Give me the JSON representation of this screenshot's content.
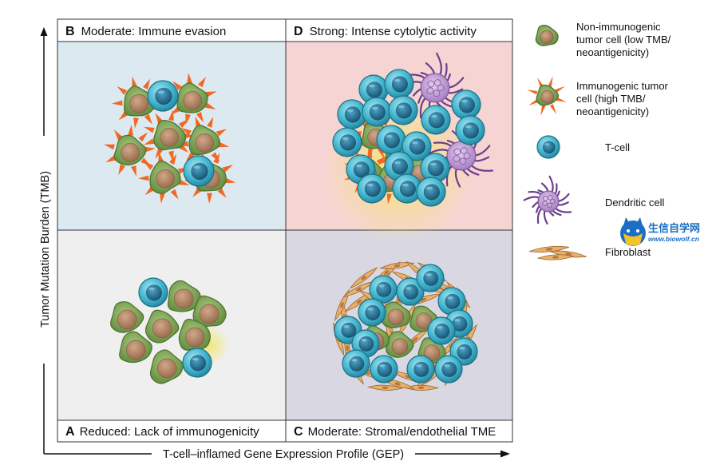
{
  "quadrants": {
    "b": {
      "letter": "B",
      "text": "Moderate: Immune evasion"
    },
    "d": {
      "letter": "D",
      "text": "Strong: Intense cytolytic activity"
    },
    "a": {
      "letter": "A",
      "text": "Reduced: Lack of immunogenicity"
    },
    "c": {
      "letter": "C",
      "text": "Moderate: Stromal/endothelial TME"
    }
  },
  "axes": {
    "y_label": "Tumor Mutation Burden (TMB)",
    "x_label": "T-cell–inflamed Gene Expression Profile (GEP)"
  },
  "legend": [
    {
      "icon": "non-immunogenic-tumor-cell-icon",
      "lines": [
        "Non-immunogenic",
        "tumor cell (low TMB/",
        "neoantigenicity)"
      ]
    },
    {
      "icon": "immunogenic-tumor-cell-icon",
      "lines": [
        "Immunogenic tumor",
        "cell (high TMB/",
        "neoantigenicity)"
      ]
    },
    {
      "icon": "t-cell-icon",
      "lines": [
        "T-cell"
      ]
    },
    {
      "icon": "dendritic-cell-icon",
      "lines": [
        "Dendritic cell"
      ]
    },
    {
      "icon": "fibroblast-icon",
      "lines": [
        "Fibroblast"
      ]
    }
  ],
  "watermark": {
    "title": "生信自学网",
    "url": "www.biowolf.cn"
  },
  "colors": {
    "panel_b": "#dde9f1",
    "panel_d": "#f6d4d3",
    "panel_a": "#efefef",
    "panel_c": "#d9d8e2",
    "tumor_cell": "#7aa354",
    "tumor_nucleus": "#b98a6c",
    "t_cell": "#3fb4cc",
    "t_cell_nucleus": "#1f6f95",
    "spike": "#f26722",
    "dendritic": "#8a5ea8",
    "fibroblast": "#e0a15c"
  }
}
